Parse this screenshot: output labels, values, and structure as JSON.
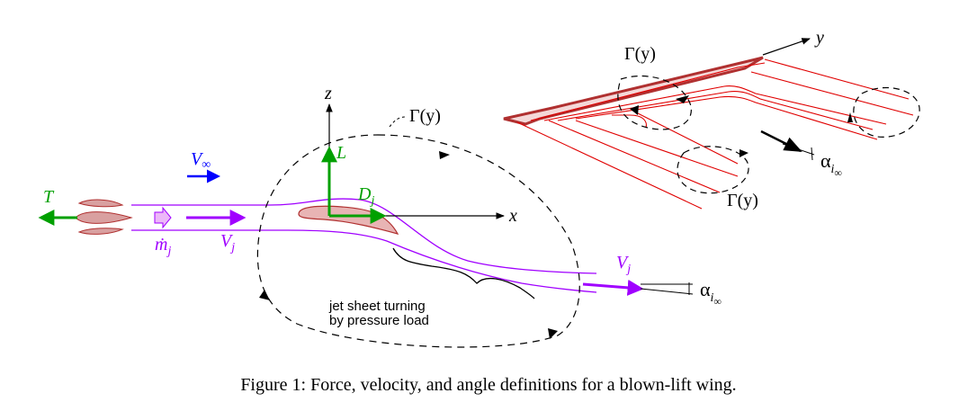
{
  "labels": {
    "T": "T",
    "V_inf_top": "V",
    "V_inf_sub": "∞",
    "mdot": "ṁ",
    "mdot_sub": "j",
    "V_j_left": "V",
    "V_j_left_sub": "j",
    "z": "z",
    "L": "L",
    "D": "D",
    "D_sub": "j",
    "x": "x",
    "gamma_center": "Γ(y)",
    "V_j_right": "V",
    "V_j_right_sub": "j",
    "alpha_center": "α",
    "alpha_center_sub1": "i",
    "alpha_center_sub2": "∞",
    "jet_note_line1": "jet sheet turning",
    "jet_note_line2": "by pressure load",
    "gamma_top": "Γ(y)",
    "y": "y",
    "alpha_right": "α",
    "alpha_right_sub1": "i",
    "alpha_right_sub2": "∞",
    "gamma_bottom": "Γ(y)"
  },
  "caption": "Figure 1: Force, velocity, and angle definitions for a blown-lift wing.",
  "colors": {
    "green": "#00a000",
    "purple": "#a000ff",
    "blue": "#0000ff",
    "red": "#e00000",
    "darkred": "#b03030",
    "wingfill": "#e8b4b4",
    "black": "#000000"
  }
}
